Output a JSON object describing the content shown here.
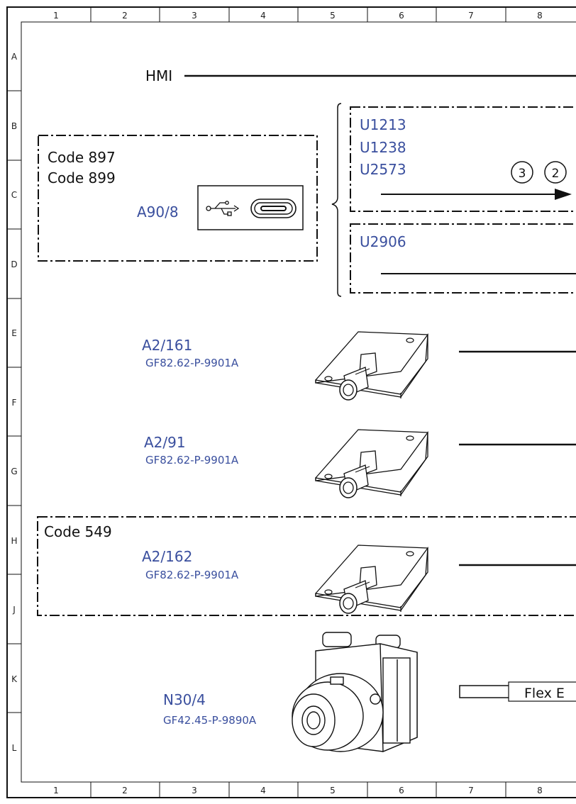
{
  "frame": {
    "columns": [
      "1",
      "2",
      "3",
      "4",
      "5",
      "6",
      "7",
      "8"
    ],
    "rows": [
      "A",
      "B",
      "C",
      "D",
      "E",
      "F",
      "G",
      "H",
      "J",
      "K",
      "L"
    ]
  },
  "hmi": {
    "label": "HMI"
  },
  "usb_module": {
    "codes": [
      "Code 897",
      "Code 899"
    ],
    "id": "A90/8",
    "icons": [
      "usb-symbol-icon",
      "usb-c-port-icon"
    ]
  },
  "unit_group_1": {
    "units": [
      "U1213",
      "U1238",
      "U2573"
    ],
    "markers": [
      "3",
      "2"
    ]
  },
  "unit_group_2": {
    "units": [
      "U2906"
    ]
  },
  "components": [
    {
      "id": "A2/161",
      "ref": "GF82.62-P-9901A"
    },
    {
      "id": "A2/91",
      "ref": "GF82.62-P-9901A"
    },
    {
      "id": "A2/162",
      "ref": "GF82.62-P-9901A",
      "code": "Code 549"
    },
    {
      "id": "N30/4",
      "ref": "GF42.45-P-9890A"
    }
  ],
  "flex_label": "Flex E",
  "colors": {
    "line": "#111111",
    "id_text": "#3a4f9e"
  }
}
